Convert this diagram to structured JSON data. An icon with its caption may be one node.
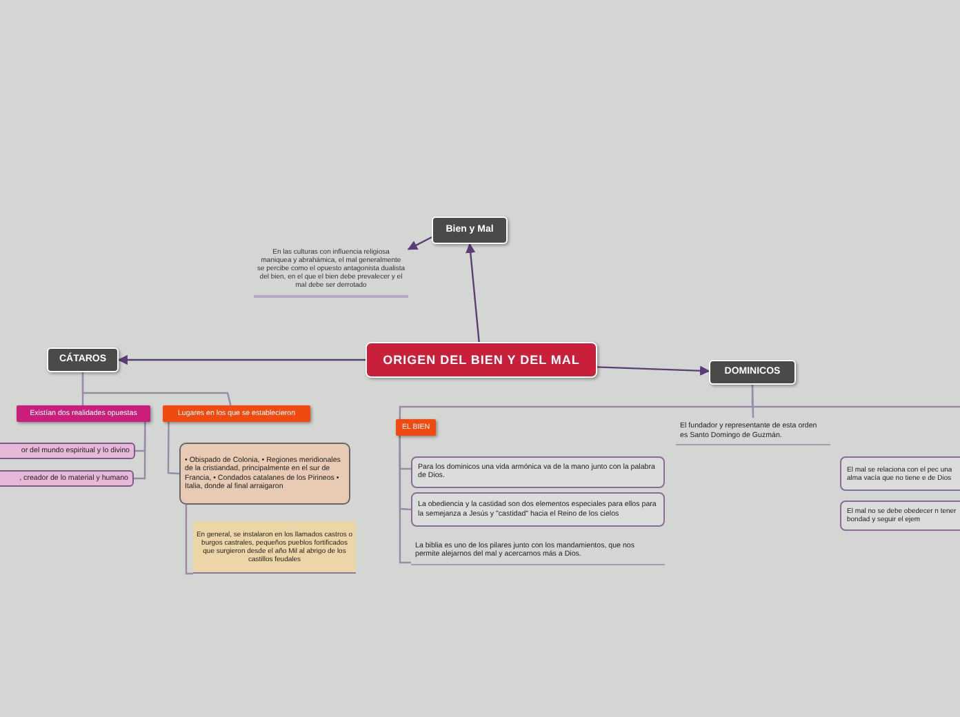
{
  "diagram": {
    "nodes": [
      {
        "text": [
          "ORIGEN DEL BIEN Y DEL MAL"
        ]
      },
      {
        "text": [
          "Bien y Mal"
        ]
      },
      {
        "text": [
          "En las culturas con influencia religiosa maniquea y abrahámica, el mal generalmente se percibe como el opuesto antagonista dualista del bien, en el que el bien debe prevalecer y el mal debe ser derrotado"
        ]
      },
      {
        "text": [
          "CÁTAROS"
        ]
      },
      {
        "text": [
          "DOMINICOS"
        ]
      },
      {
        "text": [
          "Existían dos realidades opuestas"
        ]
      },
      {
        "text": [
          "Lugares en los que se establecieron"
        ]
      },
      {
        "text": [
          "or del mundo espiritual y lo divino"
        ]
      },
      {
        "text": [
          ", creador de lo material y humano"
        ]
      },
      {
        "text": [
          "• Obispado de Colonia, • Regiones meridionales de la cristiandad, principalmente en el sur de Francia, • Condados catalanes de los Pirineos • Italia, donde al final arraigaron"
        ]
      },
      {
        "text": [
          "En general, se instalaron en los llamados castros o burgos castrales, pequeños pueblos fortificados que surgieron desde el año Mil al abrigo de los castillos feudales"
        ]
      },
      {
        "text": [
          "El fundador y representante de esta orden es Santo Domingo de Guzmán."
        ]
      },
      {
        "text": [
          "EL BIEN"
        ]
      },
      {
        "text": [
          "Para los dominicos una vida armónica va de la mano junto con la palabra de Dios."
        ]
      },
      {
        "text": [
          "La obediencia y la castidad son dos elementos especiales para ellos para la semejanza a Jesús y \"castidad\" hacia el Reino de los cielos"
        ]
      },
      {
        "text": [
          "La biblia es uno de los pilares junto con los mandamientos, que nos permite alejarnos del mal y acercarnos más a Dios."
        ]
      },
      {
        "text": [
          "El mal se relaciona con el pec una alma vacía que no tiene e de Dios"
        ]
      },
      {
        "text": [
          "El mal no se debe obedecer n tener bondad y seguir el ejem"
        ]
      }
    ],
    "edges": [
      {
        "from": 0,
        "to": 1,
        "arrow": "to",
        "color": "#5a3c78"
      },
      {
        "from": 1,
        "to": 2,
        "arrow": "to",
        "color": "#5a3c78"
      },
      {
        "from": 0,
        "to": 3,
        "arrow": "to",
        "color": "#5a3c78"
      },
      {
        "from": 0,
        "to": 4,
        "arrow": "to",
        "color": "#5a3c78"
      },
      {
        "from": 3,
        "to": 5,
        "arrow": "none"
      },
      {
        "from": 3,
        "to": 6,
        "arrow": "none"
      },
      {
        "from": 5,
        "to": 7,
        "arrow": "none"
      },
      {
        "from": 5,
        "to": 8,
        "arrow": "none"
      },
      {
        "from": 6,
        "to": 9,
        "arrow": "none"
      },
      {
        "from": 9,
        "to": 10,
        "arrow": "none"
      },
      {
        "from": 4,
        "to": 11,
        "arrow": "none"
      },
      {
        "from": 4,
        "to": 12,
        "arrow": "none"
      },
      {
        "from": 12,
        "to": 13,
        "arrow": "none"
      },
      {
        "from": 12,
        "to": 14,
        "arrow": "none"
      },
      {
        "from": 12,
        "to": 15,
        "arrow": "none"
      }
    ]
  }
}
